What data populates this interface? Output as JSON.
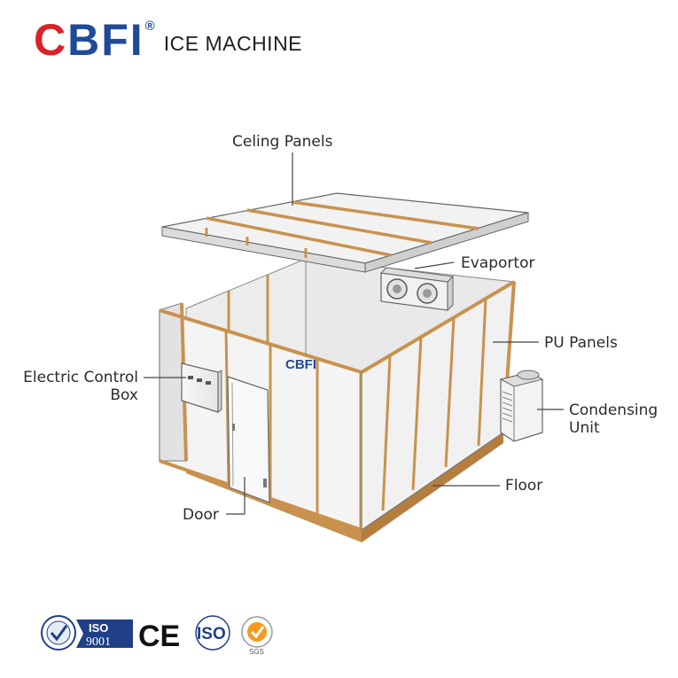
{
  "brand": {
    "letters": [
      "C",
      "B",
      "F",
      "I"
    ],
    "registered": "®",
    "subtitle": "ICE MACHINE",
    "colors": {
      "red": "#d8232a",
      "blue": "#1f4a9a"
    }
  },
  "diagram": {
    "panel_edge_color": "#c8924e",
    "panel_face_color": "#f2f2f2",
    "door_logo": "CBFI",
    "labels": {
      "ceiling": "Celing Panels",
      "evaporator": "Evaportor",
      "pu_panels": "PU Panels",
      "control_box_line1": "Electric Control",
      "control_box_line2": "Box",
      "condensing_line1": "Condensing",
      "condensing_line2": "Unit",
      "floor": "Floor",
      "door": "Door"
    }
  },
  "certifications": {
    "iso1_top": "ISO",
    "iso1_bottom": "9001",
    "ce": "CE",
    "iso2": "ISO",
    "sgs": "SGS",
    "icons": [
      "iaf-seal-icon",
      "iso-9001-icon",
      "ce-mark-icon",
      "iso-icon",
      "sgs-icon"
    ]
  }
}
